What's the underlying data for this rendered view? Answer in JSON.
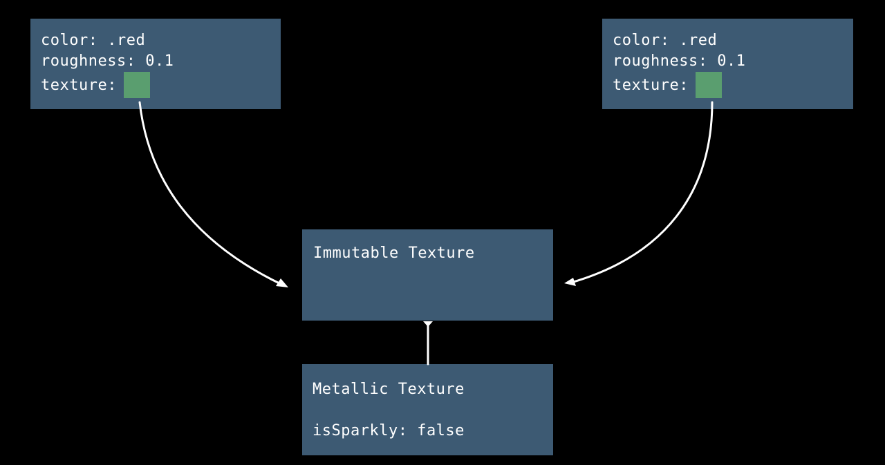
{
  "colors": {
    "background": "#000000",
    "box_fill": "#3d5a73",
    "swatch_fill": "#5a9e6f",
    "text": "#ffffff",
    "connector": "#ffffff"
  },
  "material_left": {
    "color_line": "color: .red",
    "roughness_line": "roughness: 0.1",
    "texture_label": "texture:"
  },
  "material_right": {
    "color_line": "color: .red",
    "roughness_line": "roughness: 0.1",
    "texture_label": "texture:"
  },
  "immutable_texture": {
    "title": "Immutable Texture"
  },
  "metallic_texture": {
    "title": "Metallic Texture",
    "property_line": "isSparkly: false"
  }
}
